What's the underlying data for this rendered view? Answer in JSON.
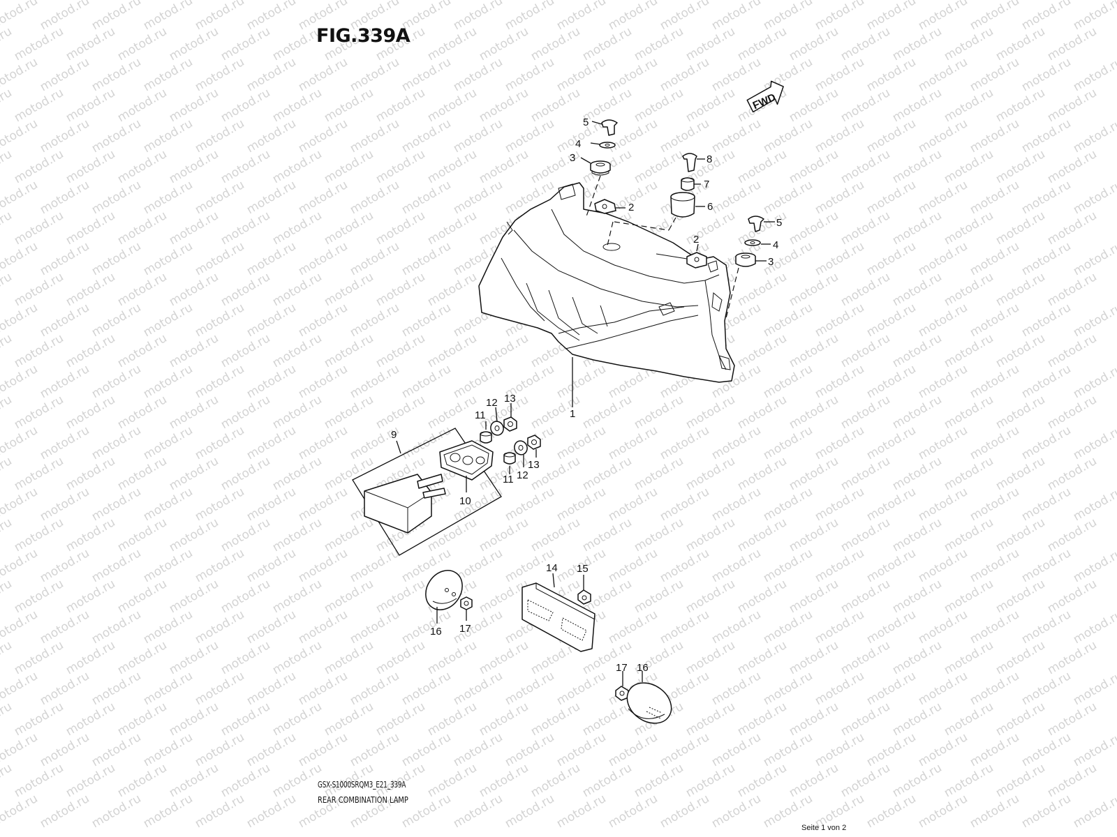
{
  "figure": {
    "title": "FIG.339A",
    "model_code": "GSX-S1000SRQM3_E21_339A",
    "name": "REAR COMBINATION LAMP"
  },
  "direction_badge": "FWD",
  "watermark_text": "motod.ru",
  "pager": "Seite 1 von 2",
  "callouts": {
    "c1": "1",
    "c2a": "2",
    "c2b": "2",
    "c3a": "3",
    "c3b": "3",
    "c4a": "4",
    "c4b": "4",
    "c5a": "5",
    "c5b": "5",
    "c6": "6",
    "c7": "7",
    "c8": "8",
    "c9": "9",
    "c10": "10",
    "c11a": "11",
    "c11b": "11",
    "c12a": "12",
    "c12b": "12",
    "c13a": "13",
    "c13b": "13",
    "c14": "14",
    "c15": "15",
    "c16a": "16",
    "c16b": "16",
    "c17a": "17",
    "c17b": "17"
  },
  "colors": {
    "line": "#111111",
    "watermark": "#d3d3d3",
    "background": "#ffffff"
  }
}
